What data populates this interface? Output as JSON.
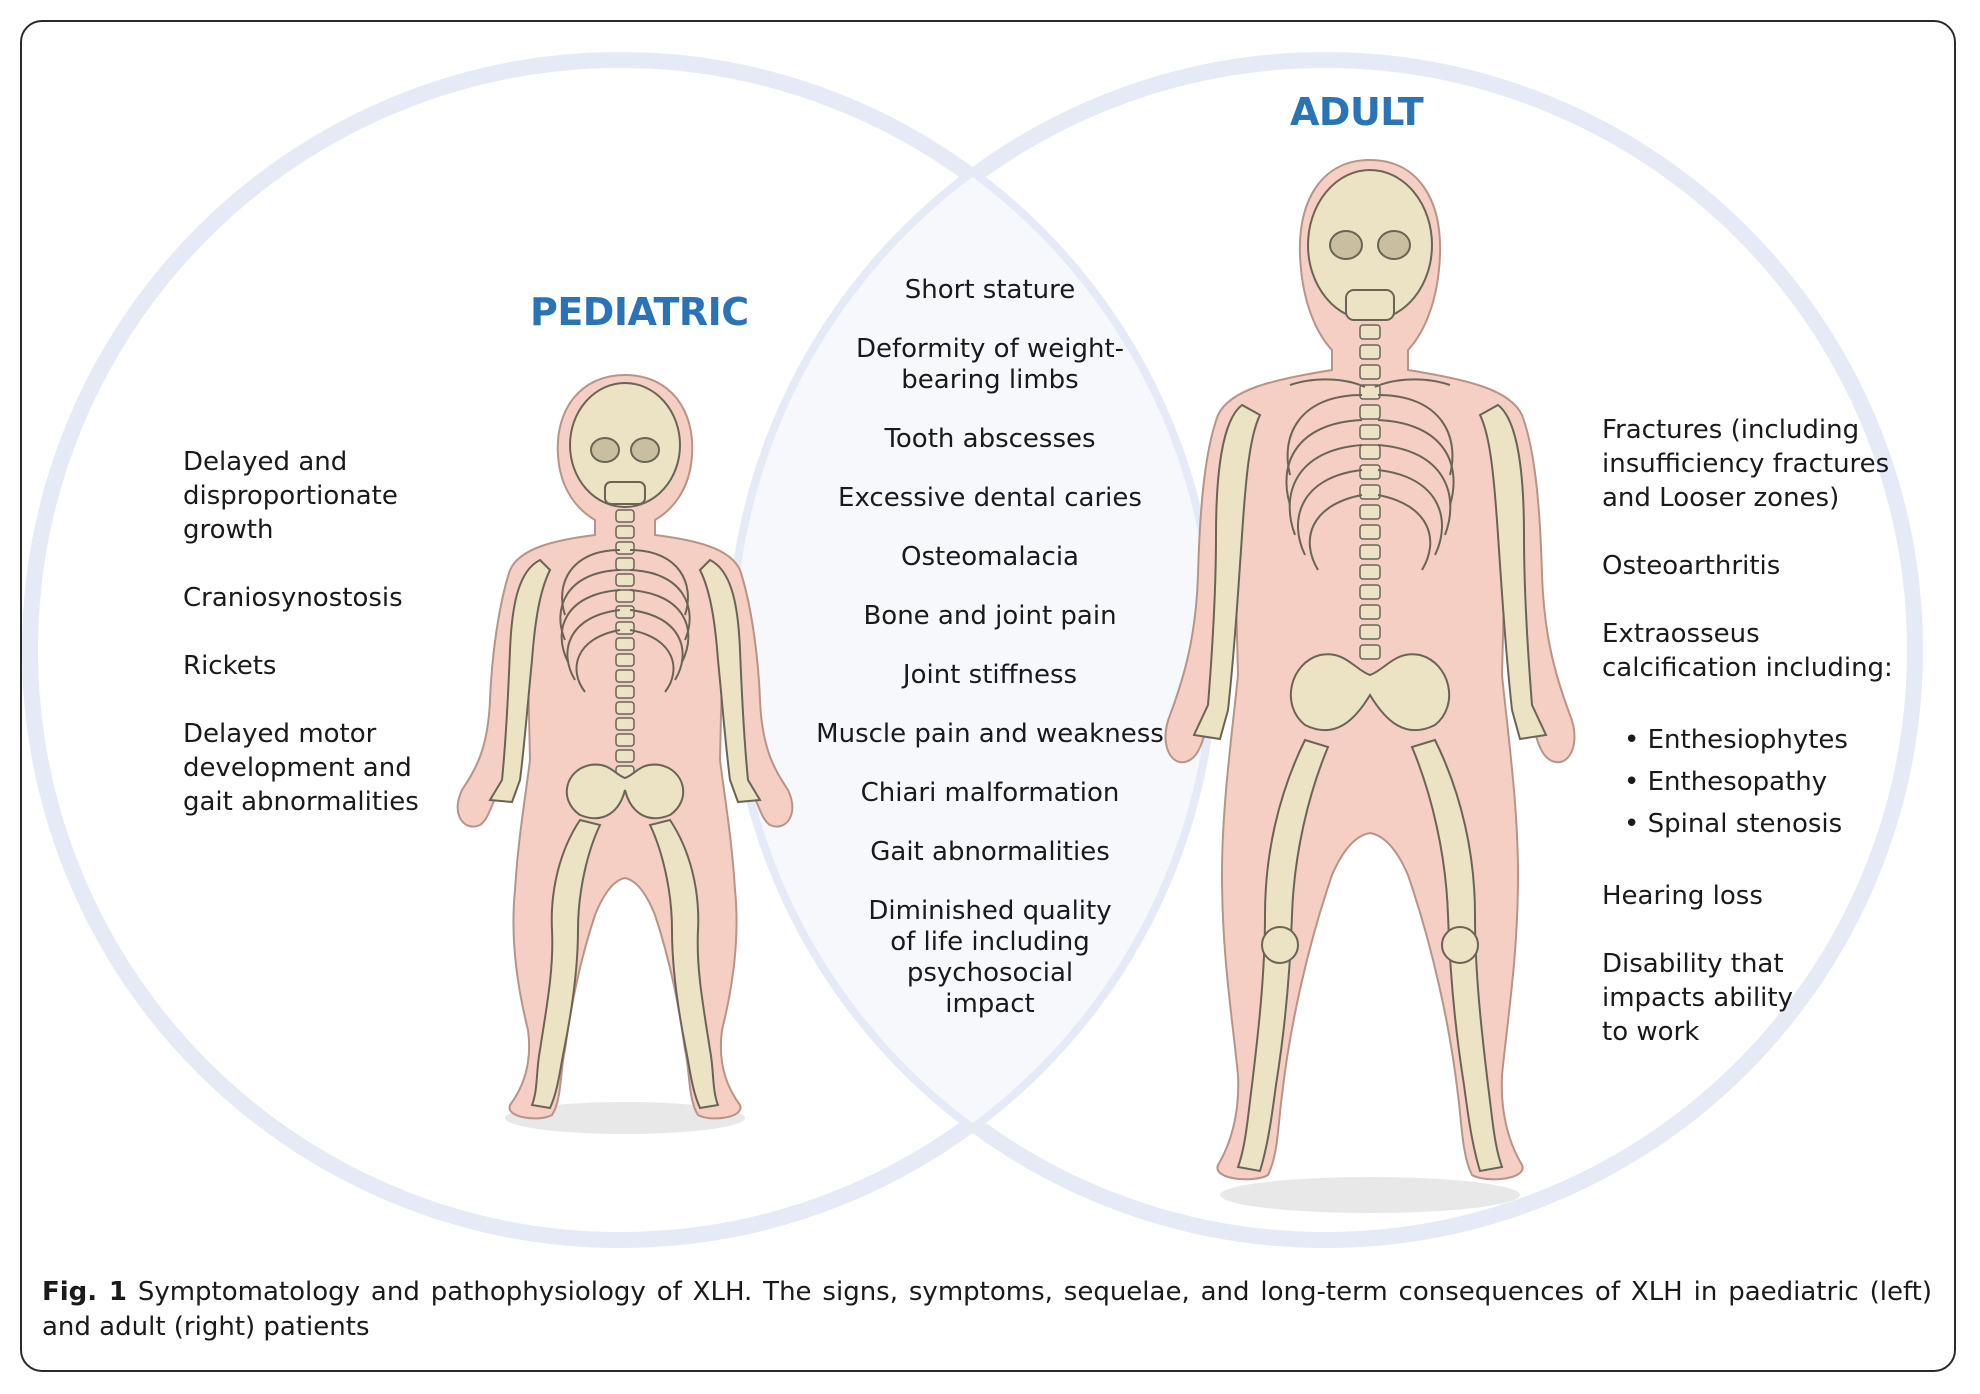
{
  "colors": {
    "header_blue": "#2a73b7",
    "venn_circle": "#e6eaf6",
    "skin": "#f5cfc4",
    "bone": "#ebe3c4",
    "outline": "#8a8270"
  },
  "pediatric": {
    "heading": "PEDIATRIC",
    "items": [
      "Delayed and\ndisproportionate\ngrowth",
      "Craniosynostosis",
      "Rickets",
      "Delayed motor\ndevelopment and\ngait abnormalities"
    ]
  },
  "shared": {
    "items": [
      "Short stature",
      "Deformity of weight-\nbearing limbs",
      "Tooth abscesses",
      "Excessive dental caries",
      "Osteomalacia",
      "Bone and joint pain",
      "Joint stiffness",
      "Muscle pain and weakness",
      "Chiari malformation",
      "Gait abnormalities",
      "Diminished quality\nof life including\npsychosocial\nimpact"
    ]
  },
  "adult": {
    "heading": "ADULT",
    "items_before": [
      "Fractures (including\ninsufficiency fractures\nand Looser zones)",
      "Osteoarthritis",
      "Extraosseus\ncalcification including:"
    ],
    "sub_items": [
      "• Enthesiophytes",
      "• Enthesopathy",
      "• Spinal stenosis"
    ],
    "items_after": [
      "Hearing loss",
      "Disability that\nimpacts ability\nto work"
    ]
  },
  "caption": {
    "label": "Fig. 1",
    "text": " Symptomatology and pathophysiology of XLH. The signs, symptoms, sequelae, and long-term consequences of XLH in paediatric (left) and adult (right) patients"
  }
}
